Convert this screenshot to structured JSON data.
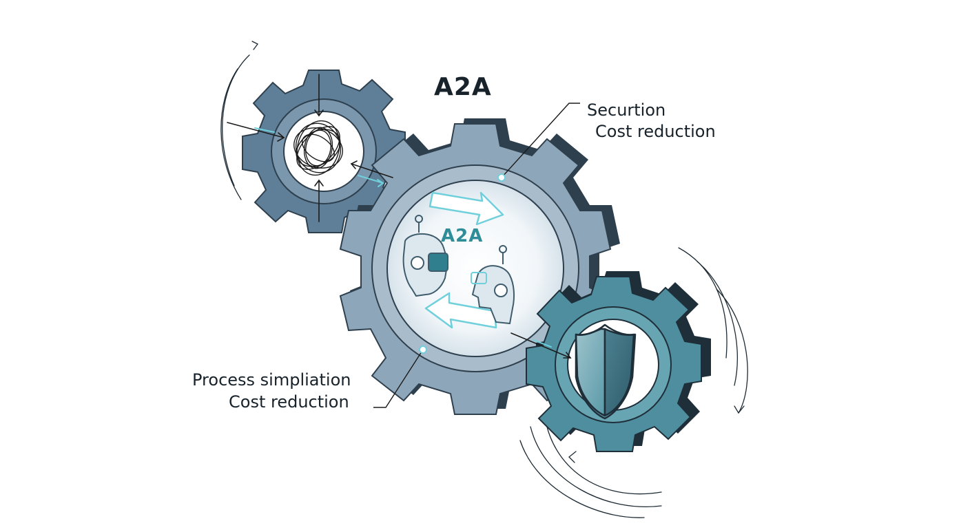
{
  "title": "A2A",
  "center_label": "A2A",
  "callouts": {
    "top_right": [
      "Securtion",
      "Cost reduction"
    ],
    "bottom_left": [
      "Process simpliation",
      "Cost reduction"
    ]
  },
  "colors": {
    "gear_small": "#5f7f98",
    "gear_big": "#8ea6b9",
    "gear_dark": "#2e3f4d",
    "gear_teal": "#4e8e9e",
    "accent": "#6fd0dc",
    "ink": "#17222b"
  },
  "icons": [
    "tangle-icon",
    "robot-head-icon",
    "human-head-icon",
    "shield-icon",
    "arrow-right-icon",
    "arrow-left-icon"
  ]
}
